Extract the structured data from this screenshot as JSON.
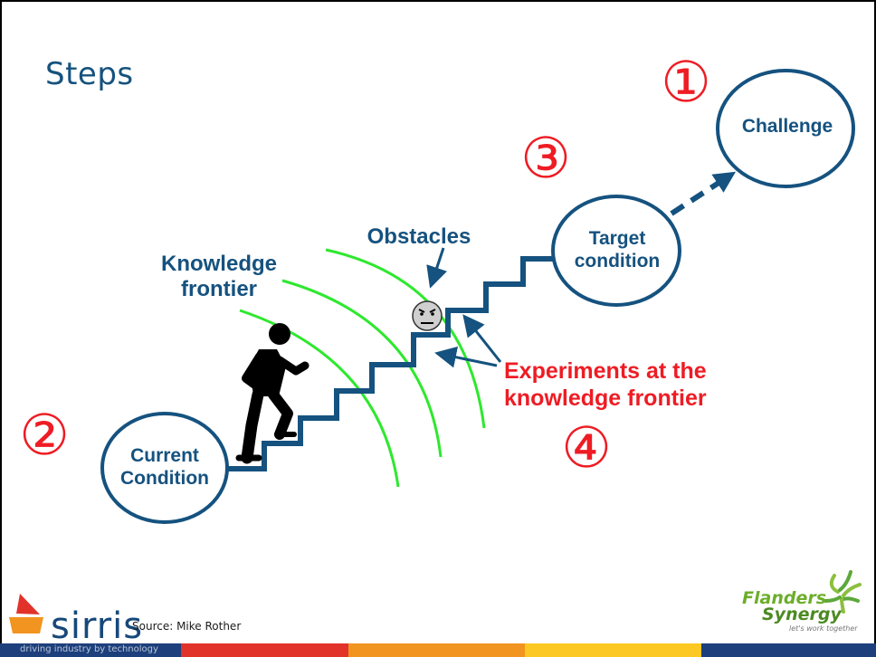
{
  "slide": {
    "title": "Steps"
  },
  "diagram": {
    "challenge": "Challenge",
    "target_condition": "Target condition",
    "current_condition": "Current Condition",
    "knowledge_frontier": "Knowledge frontier",
    "obstacles": "Obstacles",
    "experiments": "Experiments at the knowledge frontier"
  },
  "step_numbers": {
    "one": "①",
    "two": "②",
    "three": "③",
    "four": "④"
  },
  "footer": {
    "sirris_name": "sirris",
    "sirris_tagline": "driving industry by technology",
    "source": "Source: Mike Rother",
    "flanders_line1": "Flanders",
    "flanders_line2": "Synergy",
    "flanders_tagline": "let's work together"
  },
  "colors": {
    "title": "#16527d",
    "blue_shapes": "#15527f",
    "frontier_arcs": "#2ee82e",
    "accent_red": "#ee1c24"
  },
  "icons": [
    "walking-person-icon",
    "obstacle-face-icon",
    "sirris-flag-icon",
    "flanders-swirl-icon"
  ]
}
